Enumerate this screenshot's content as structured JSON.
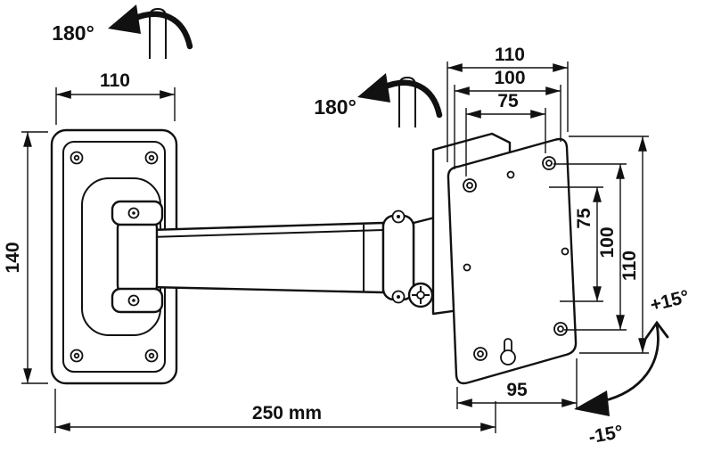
{
  "drawing": {
    "type": "technical-dimension-drawing",
    "subject": "articulating monitor wall mount bracket",
    "line_color": "#111111",
    "labels": {
      "wall_swivel": "180°",
      "arm_swivel": "180°",
      "wall_plate_width": "110",
      "wall_plate_height": "140",
      "vesa_width_110": "110",
      "vesa_width_100": "100",
      "vesa_width_75": "75",
      "vesa_height_75": "75",
      "vesa_height_100": "100",
      "vesa_height_110": "110",
      "vesa_bottom_width": "95",
      "total_reach": "250 mm",
      "tilt_up": "+15°",
      "tilt_down": "-15°"
    }
  }
}
